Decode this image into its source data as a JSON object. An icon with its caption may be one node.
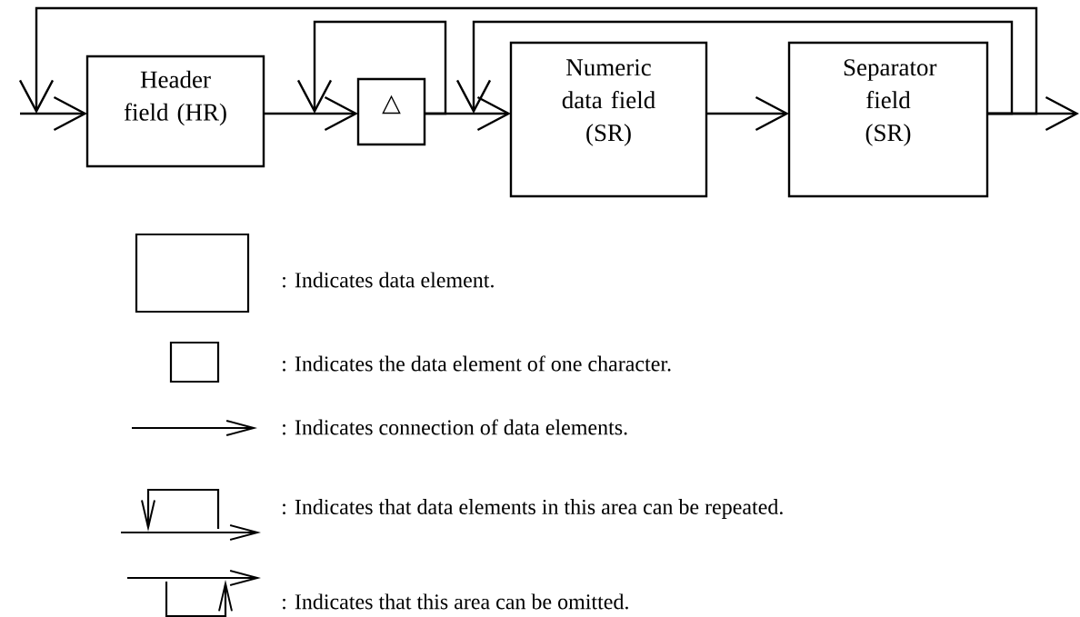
{
  "diagram": {
    "nodes": [
      {
        "text": [
          "Header field (HR)"
        ]
      },
      {
        "text": [
          "△"
        ]
      },
      {
        "text": [
          "Numeric data field (SR)"
        ]
      },
      {
        "text": [
          "Separator field (SR)"
        ]
      }
    ],
    "edges": [
      {
        "from": null,
        "to": 0,
        "arrow": "to"
      },
      {
        "from": 0,
        "to": 1,
        "arrow": "to"
      },
      {
        "from": 1,
        "to": 2,
        "arrow": "to"
      },
      {
        "from": 2,
        "to": 3,
        "arrow": "to"
      },
      {
        "from": 3,
        "to": null,
        "arrow": "to"
      },
      {
        "from": 3,
        "to": 0,
        "arrow": "to"
      },
      {
        "from": 1,
        "to": 1,
        "arrow": "to"
      },
      {
        "from": 3,
        "to": 2,
        "arrow": "to"
      }
    ],
    "legend": [
      {
        "text": ": Indicates data element."
      },
      {
        "text": ": Indicates the data element of one character."
      },
      {
        "text": ": Indicates connection of data elements."
      },
      {
        "text": ": Indicates that data elements in this area can be repeated."
      },
      {
        "text": ": Indicates that this area can be omitted."
      }
    ]
  }
}
